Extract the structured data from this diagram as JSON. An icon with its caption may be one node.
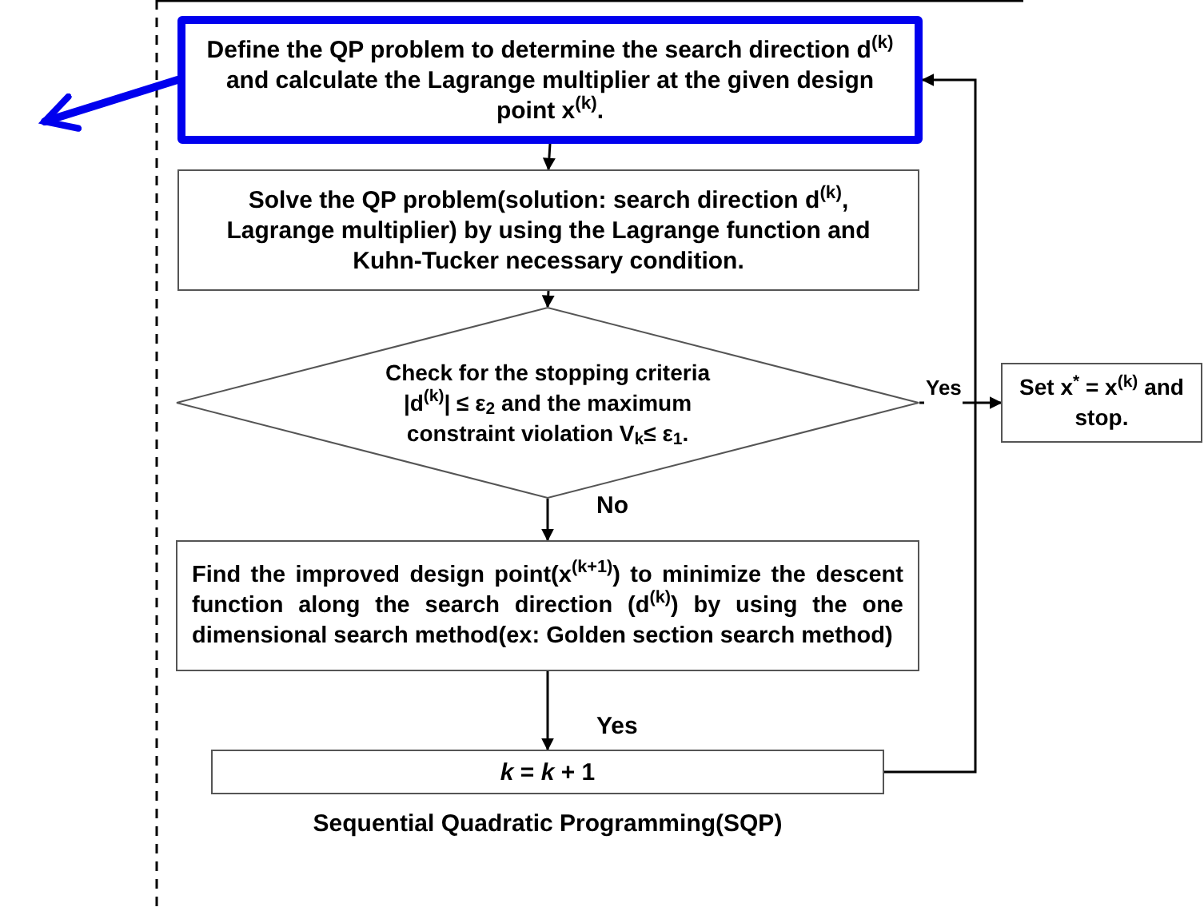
{
  "diagram": {
    "caption": "Sequential Quadratic Programming(SQP)",
    "nodes": [
      {
        "text": [
          "Define the QP problem to determine the search direction d$^{(k)}$ and calculate the Lagrange multiplier at the given design point x$^{(k)}$."
        ]
      },
      {
        "text": [
          "Solve the QP problem(solution: search direction d$^{(k)}$, Lagrange multiplier) by using the Lagrange function and Kuhn-Tucker necessary condition."
        ]
      },
      {
        "text": [
          "Check for the stopping criteria |d$^{(k)}$| ≤ ε$_{2}$ and the maximum constraint violation V$_{k}$≤ ε$_{1}$."
        ]
      },
      {
        "text": [
          "Set x$^{*}$ = x$^{(k)}$ and stop."
        ]
      },
      {
        "text": [
          "Find the improved design point(x$^{(k+1)}$) to minimize the descent function along the search direction (d$^{(k)}$) by using the one dimensional search method(ex: Golden section search method)"
        ]
      },
      {
        "text": [
          "*k* = *k* + 1"
        ]
      }
    ],
    "edges": [
      {
        "from": 0,
        "to": 1,
        "arrow": "to"
      },
      {
        "from": 1,
        "to": 2,
        "arrow": "to"
      },
      {
        "from": 2,
        "to": 3,
        "arrow": "to",
        "label": "Yes"
      },
      {
        "from": 2,
        "to": 4,
        "arrow": "to",
        "label": "No"
      },
      {
        "from": 4,
        "to": 5,
        "arrow": "to",
        "label": "Yes"
      },
      {
        "from": 5,
        "to": 0,
        "arrow": "to"
      },
      {
        "from": 0,
        "to": null,
        "arrow": "to",
        "style": "thick",
        "color": "#0000ee"
      }
    ]
  }
}
